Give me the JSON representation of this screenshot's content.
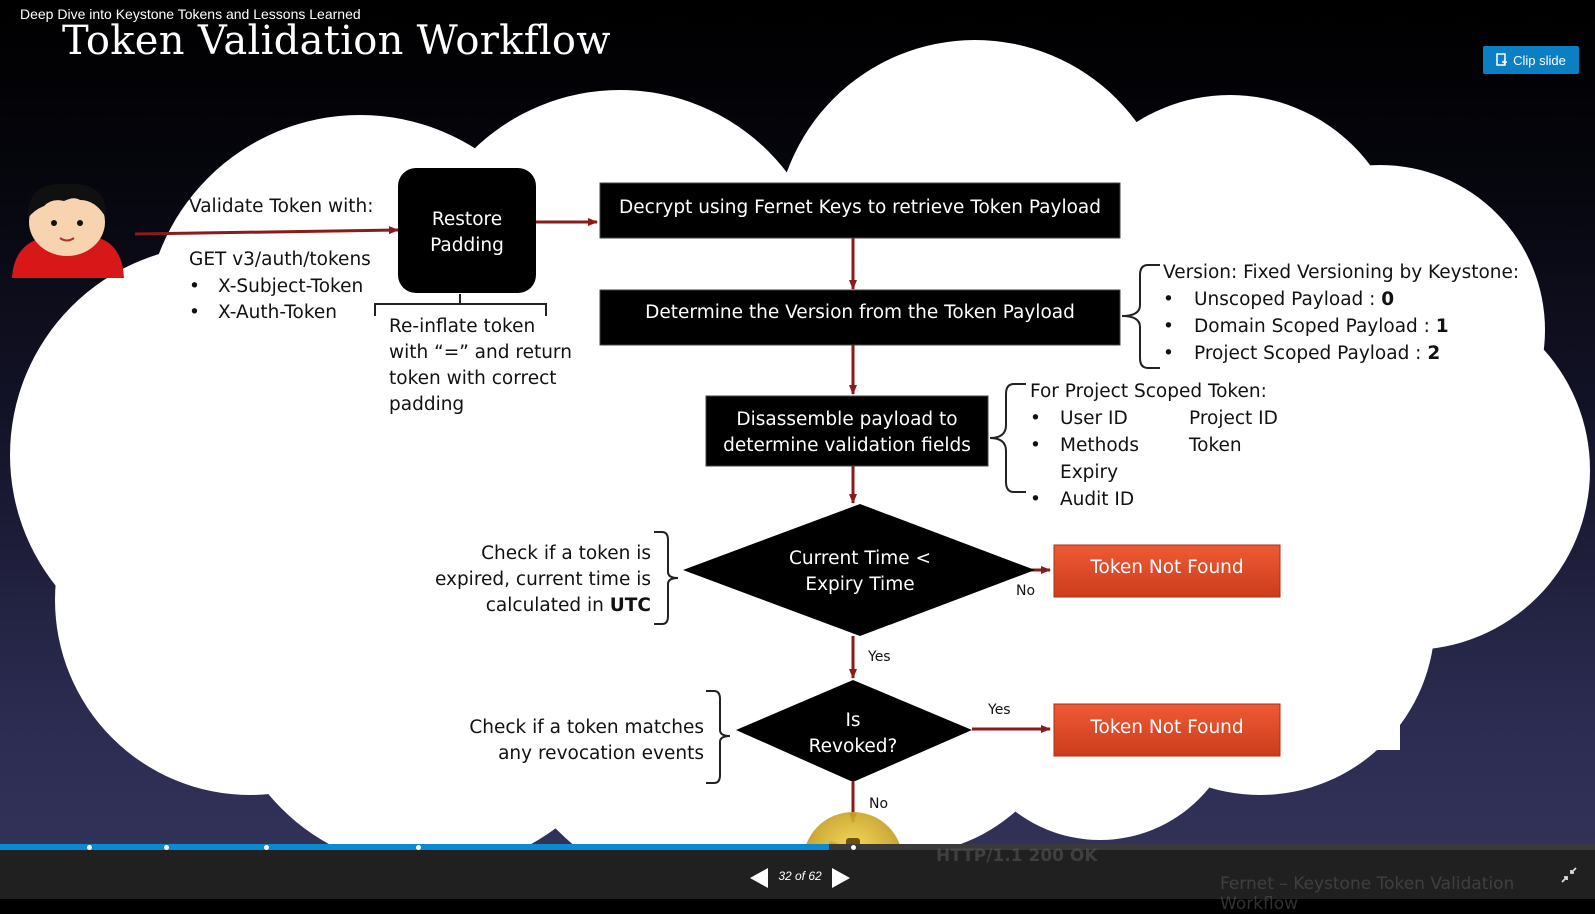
{
  "deck_title": "Deep Dive into Keystone Tokens and Lessons Learned",
  "slide": {
    "title": "Token Validation Workflow",
    "validate_heading": "Validate Token with:",
    "get_line": "GET v3/auth/tokens",
    "headers": [
      "X-Subject-Token",
      "X-Auth-Token"
    ],
    "restore_padding": [
      "Restore",
      "Padding"
    ],
    "reinflate_note": [
      "Re-inflate token",
      "with “=” and return",
      "token with correct",
      "padding"
    ],
    "decrypt_box": "Decrypt using Fernet Keys to retrieve Token Payload",
    "version_box": "Determine the Version from the Token Payload",
    "version_heading": "Version: Fixed Versioning by Keystone:",
    "version_items": [
      {
        "label": "Unscoped Payload : ",
        "value": "0"
      },
      {
        "label": "Domain Scoped Payload : ",
        "value": "1"
      },
      {
        "label": "Project Scoped Payload : ",
        "value": "2"
      }
    ],
    "disassemble_box": [
      "Disassemble payload to",
      "determine validation fields"
    ],
    "project_heading": "For Project Scoped Token:",
    "project_fields": {
      "user_id": "User ID",
      "project_id": "Project ID",
      "methods": "Methods",
      "token": "Token",
      "expiry": "Expiry",
      "audit_id": "Audit ID"
    },
    "expiry_note": [
      "Check if a token is",
      "expired, current time is",
      "calculated in "
    ],
    "expiry_note_bold": "UTC",
    "expiry_diamond": [
      "Current Time <",
      "Expiry Time"
    ],
    "no_label_1": "No",
    "token_not_found_1": "Token Not Found",
    "yes_label_1": "Yes",
    "revoked_note": [
      "Check if a token matches",
      "any revocation events"
    ],
    "revoked_diamond": [
      "Is",
      "Revoked?"
    ],
    "yes_label_2": "Yes",
    "token_not_found_2": "Token Not Found",
    "no_label_2": "No",
    "http_response": "HTTP/1.1 200 OK",
    "footer_caption": "Fernet – Keystone Token Validation Workflow"
  },
  "player": {
    "clip_label": "Clip slide",
    "slide_counter": "32 of 62",
    "progress_fraction": 0.52,
    "marker_fractions": [
      0.056,
      0.104,
      0.167,
      0.262,
      0.535
    ]
  },
  "colors": {
    "accent": "#0b7fc4",
    "arrow": "#8b1a1a",
    "alert_button": "#e04a28",
    "progress": "#0a8ad0"
  },
  "icons": {
    "clip": "clip-icon",
    "prev": "prev-arrow-icon",
    "next": "next-arrow-icon",
    "exit_fullscreen": "exit-fullscreen-icon",
    "user": "user-avatar-icon",
    "key": "key-token-icon"
  }
}
